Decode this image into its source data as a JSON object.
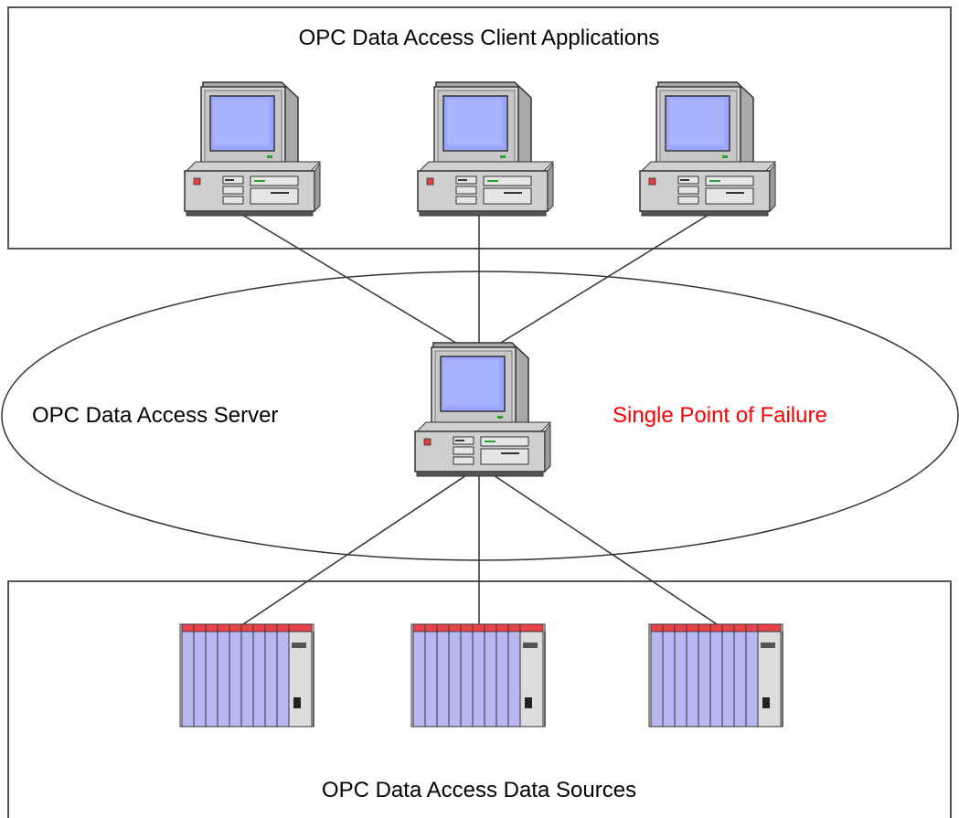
{
  "diagram": {
    "clients_title": "OPC Data Access Client Applications",
    "server_label": "OPC Data Access Server",
    "failure_label": "Single Point of Failure",
    "sources_title": "OPC Data Access Data Sources",
    "client_icons": [
      "desktop-computer-icon",
      "desktop-computer-icon",
      "desktop-computer-icon"
    ],
    "server_icon": "desktop-computer-icon",
    "source_icons": [
      "plc-rack-icon",
      "plc-rack-icon",
      "plc-rack-icon"
    ]
  },
  "colors": {
    "line": "#333333",
    "box_border": "#555555",
    "failure_text": "#ff0000",
    "screen": "#9aa6ff",
    "case": "#c8c8c8",
    "module": "#b7b7f2",
    "module_cap": "#e8424a"
  }
}
